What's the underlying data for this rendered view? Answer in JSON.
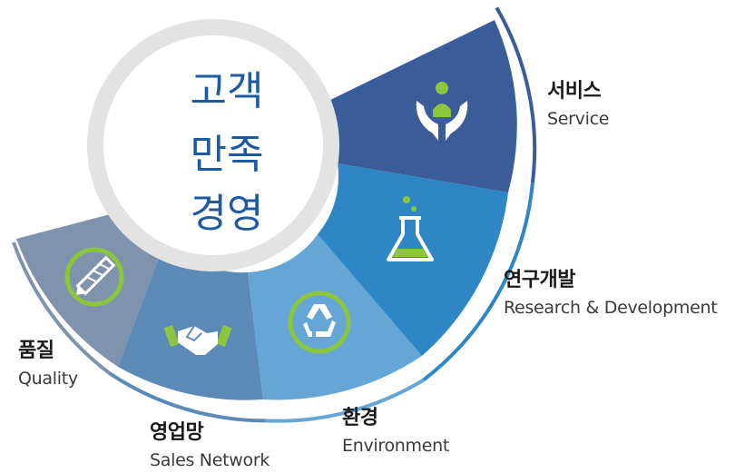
{
  "center": {
    "lines": [
      "고객",
      "만족",
      "경영"
    ]
  },
  "segments": {
    "service": {
      "ko": "서비스",
      "en": "Service",
      "color": "#3a5d99",
      "icon": "person-in-hands-icon"
    },
    "rnd": {
      "ko": "연구개발",
      "en": "Research & Development",
      "color": "#2f86c5",
      "icon": "flask-icon"
    },
    "environment": {
      "ko": "환경",
      "en": "Environment",
      "color": "#66a6d6",
      "icon": "recycle-icon"
    },
    "sales": {
      "ko": "영업망",
      "en": "Sales Network",
      "color": "#5b8ab6",
      "icon": "handshake-icon"
    },
    "quality": {
      "ko": "품질",
      "en": "Quality",
      "color": "#7f93ad",
      "icon": "drill-bit-icon"
    }
  },
  "colors": {
    "center_ring": "#e3e3e3",
    "center_text": "#1e5aa0",
    "icon_accent": "#8cc63f",
    "outer_ring": "#2f6db0"
  }
}
